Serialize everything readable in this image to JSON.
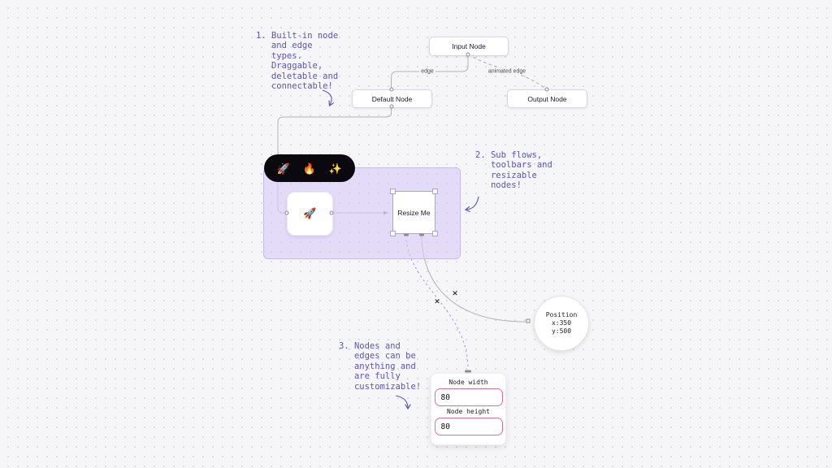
{
  "canvas": {
    "bg": "#f6f6f8",
    "dot_color": "#d9d9e0",
    "accent_purple": "#5c52c7",
    "edge_gray": "#b1b1b7",
    "edge_indigo": "#9b9bd4",
    "accent_pink": "#e06ba0"
  },
  "annotations": {
    "note1": "1. Built-in node\n   and edge\n   types.\n   Draggable,\n   deletable and\n   connectable!",
    "note2": "2. Sub flows,\n   toolbars and\n   resizable\n   nodes!",
    "note3": "3. Nodes and\n   edges can be\n   anything and\n   are fully\n   customizable!"
  },
  "flow": {
    "input_node": {
      "label": "Input Node"
    },
    "default_node": {
      "label": "Default Node"
    },
    "output_node": {
      "label": "Output Node"
    },
    "edge_label": "edge",
    "animated_edge_label": "animated edge",
    "toolbar": [
      "🚀",
      "🔥",
      "✨"
    ],
    "emoji_node": {
      "label": "🚀"
    },
    "resize_node": {
      "label": "Resize Me"
    },
    "position_node": {
      "title": "Position",
      "x_value": "x:350",
      "y_value": "y:500"
    },
    "dimensions_node": {
      "width_label": "Node width",
      "width_value": "80",
      "height_label": "Node height",
      "height_value": "80"
    },
    "edge_delete_glyph": "×"
  }
}
